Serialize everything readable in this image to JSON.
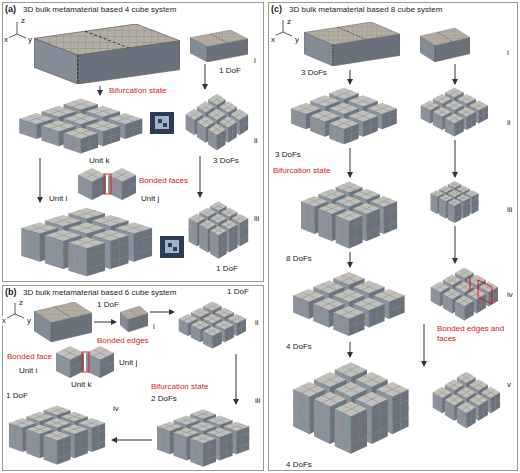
{
  "diagram": {
    "nodes": [
      {
        "text": [
          "(a)",
          "3D bulk metamaterial based 4 cube system"
        ]
      },
      {
        "text": [
          "(b)",
          "3D bulk metamaterial based 6 cube system"
        ]
      },
      {
        "text": [
          "(c)",
          "3D bulk metamaterial based 8 cube system"
        ]
      }
    ],
    "labels": [
      "x",
      "y",
      "z",
      "i",
      "1 DoF",
      "Bifurcation state",
      "ii",
      "3 DoFs",
      "Unit k",
      "Bonded faces",
      "Unit i",
      "Unit j",
      "iii",
      "1 DoF",
      "x",
      "y",
      "z",
      "1 DoF",
      "i",
      "1 DoF",
      "ii",
      "Bonded face",
      "Bonded edges",
      "Unit i",
      "Unit j",
      "Unit k",
      "iv",
      "1 DoF",
      "Bifurcation state",
      "iii",
      "2 DoFs",
      "x",
      "y",
      "z",
      "i",
      "3 DoFs",
      "3 DoFs",
      "ii",
      "Bifurcation state",
      "iii",
      "8 DoFs",
      "iv",
      "Bonded edges and faces",
      "4 DoFs",
      "v",
      "4 DoFs"
    ]
  }
}
